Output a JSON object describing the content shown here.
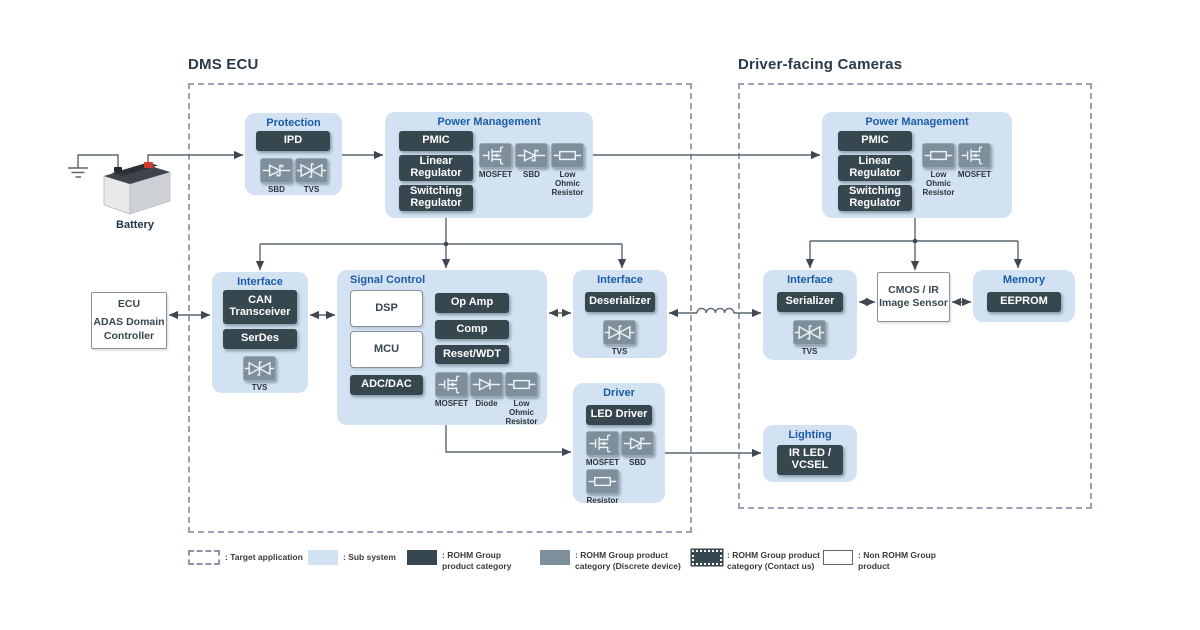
{
  "titles": {
    "dms": "DMS ECU",
    "cameras": "Driver-facing Cameras"
  },
  "battery": {
    "label": "Battery"
  },
  "ecu_box": {
    "line1": "ECU",
    "line2": "ADAS Domain Controller"
  },
  "cmos_box": {
    "line1": "CMOS / IR",
    "line2": "Image Sensor"
  },
  "panels": {
    "protection": {
      "title": "Protection",
      "ipd": "IPD",
      "sbd": "SBD",
      "tvs": "TVS"
    },
    "pm_left": {
      "title": "Power Management",
      "pmic": "PMIC",
      "linear": "Linear Regulator",
      "switching": "Switching Regulator",
      "mosfet": "MOSFET",
      "sbd": "SBD",
      "low_ohmic": "Low Ohmic Resistor"
    },
    "pm_right": {
      "title": "Power Management",
      "pmic": "PMIC",
      "linear": "Linear Regulator",
      "switching": "Switching Regulator",
      "low_ohmic": "Low Ohmic Resistor",
      "mosfet": "MOSFET"
    },
    "interface_left": {
      "title": "Interface",
      "can": "CAN Transceiver",
      "serdes": "SerDes",
      "tvs": "TVS"
    },
    "signal_control": {
      "title": "Signal Control",
      "dsp": "DSP",
      "mcu": "MCU",
      "adc": "ADC/DAC",
      "opamp": "Op Amp",
      "comp": "Comp",
      "reset": "Reset/WDT",
      "mosfet": "MOSFET",
      "diode": "Diode",
      "low_ohmic": "Low Ohmic Resistor"
    },
    "interface_deser": {
      "title": "Interface",
      "chip": "Deserializer",
      "tvs": "TVS"
    },
    "interface_ser": {
      "title": "Interface",
      "chip": "Serializer",
      "tvs": "TVS"
    },
    "memory": {
      "title": "Memory",
      "chip": "EEPROM"
    },
    "driver": {
      "title": "Driver",
      "chip": "LED Driver",
      "mosfet": "MOSFET",
      "sbd": "SBD",
      "resistor": "Resistor"
    },
    "lighting": {
      "title": "Lighting",
      "chip": "IR LED / VCSEL"
    }
  },
  "legend": [
    {
      "label": ": Target application"
    },
    {
      "label": ": Sub system"
    },
    {
      "label": ": ROHM Group product category"
    },
    {
      "label": ": ROHM Group product category (Discrete device)"
    },
    {
      "label": ": ROHM Group product category (Contact us)"
    },
    {
      "label": ": Non ROHM Group product"
    }
  ],
  "colors": {
    "panel_bg": "#d3e2f2",
    "panel_title": "#1a5ca6",
    "product": "#37474f",
    "discrete": "#7e8f9c",
    "line": "#5c6670",
    "dash": "#99a2b0",
    "title": "#2b3a48"
  }
}
